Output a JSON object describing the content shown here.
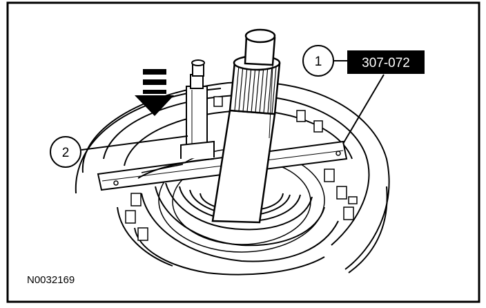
{
  "figure": {
    "id_label": "N0032169",
    "callouts": [
      {
        "number": "1",
        "tool_number": "307-072"
      },
      {
        "number": "2"
      }
    ],
    "icons": [
      "press-arrow-icon"
    ]
  }
}
